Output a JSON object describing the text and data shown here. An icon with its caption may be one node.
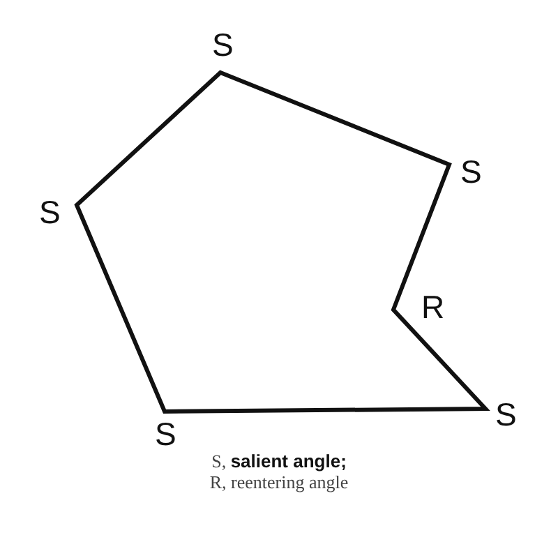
{
  "diagram": {
    "caption": "S, **salient angle;** R, reentering angle",
    "labels": [
      "S",
      "S",
      "S",
      "R",
      "S",
      "S"
    ]
  }
}
